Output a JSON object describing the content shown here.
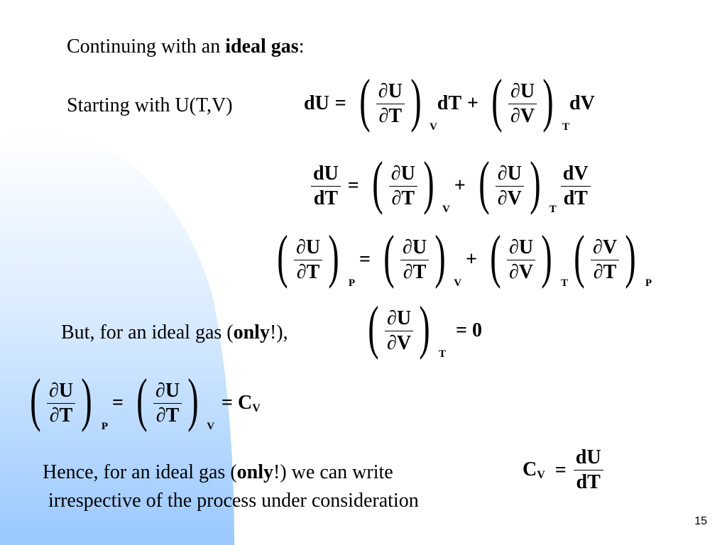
{
  "intro": {
    "prefix": "Continuing with an ",
    "bold": "ideal gas",
    "suffix": ":"
  },
  "starting": "Starting with U(T,V)",
  "sym": {
    "dU": "dU",
    "dT": "dT",
    "dV": "dV",
    "pU": "∂U",
    "pT": "∂T",
    "pV": "∂V",
    "eq": "=",
    "plus": "+",
    "zero": "= 0",
    "eqCV": "= C",
    "subV": "V",
    "subT": "T",
    "subP": "P",
    "CV": "C"
  },
  "but": {
    "prefix": "But, for an ideal gas (",
    "bold": "only",
    "suffix": "!),"
  },
  "hence": {
    "prefix": "Hence, for an ideal gas (",
    "bold": "only",
    "suffix": "!) we can write",
    "line2": "irrespective of the process under consideration"
  },
  "page_number": "15",
  "colors": {
    "bg_light": "#ffffff",
    "bg_blue": "#99c9ff",
    "bg_blue_dark": "#7db8ff"
  }
}
